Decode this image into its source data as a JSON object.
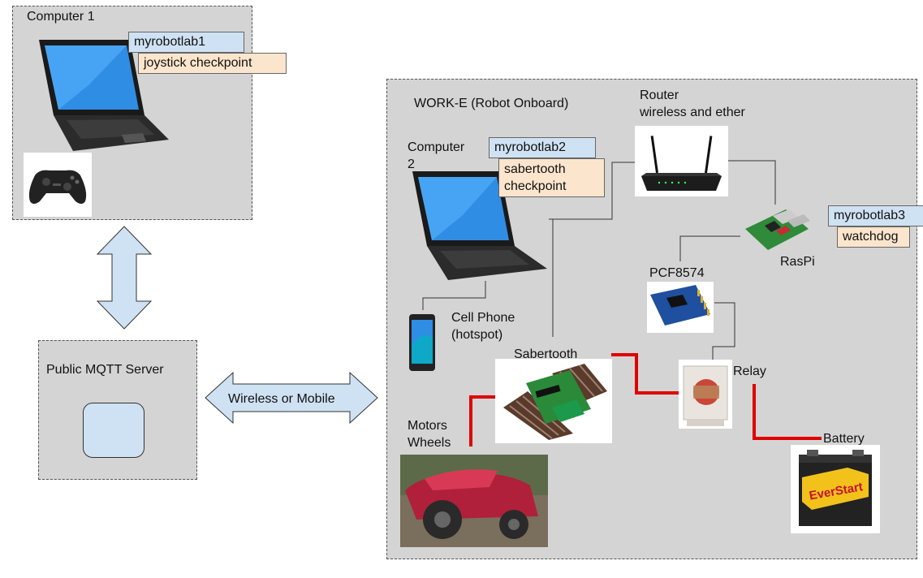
{
  "computer1": {
    "title": "Computer 1",
    "tag1": "myrobotlab1",
    "tag2": "joystick checkpoint"
  },
  "mqtt": {
    "title": "Public MQTT Server"
  },
  "link": {
    "label": "Wireless or Mobile"
  },
  "worke": {
    "title": "WORK-E (Robot Onboard)",
    "computer2_label": "Computer\n2",
    "computer2_tag1": "myrobotlab2",
    "computer2_tag2": "sabertooth\ncheckpoint",
    "router_label": "Router\nwireless and ether",
    "raspi_tag1": "myrobotlab3",
    "raspi_tag2": "watchdog",
    "raspi_label": "RasPi",
    "pcf_label": "PCF8574",
    "phone_label": "Cell Phone\n(hotspot)",
    "sabertooth_label": "Sabertooth",
    "relay_label": "Relay",
    "motors_label": "Motors\nWheels",
    "battery_label": "Battery",
    "battery_brand": "EverStart"
  },
  "colors": {
    "box_fill": "#d4d4d4",
    "tag_blue": "#cfe2f3",
    "tag_orange": "#fce5cd",
    "power_wire": "#e00000",
    "signal_wire": "#333333"
  },
  "icons": [
    "laptop-icon",
    "gamepad-icon",
    "router-icon",
    "raspi-icon",
    "pcf8574-board-icon",
    "smartphone-icon",
    "sabertooth-board-icon",
    "relay-icon",
    "battery-icon",
    "wheelchair-motor-icon",
    "server-icon"
  ]
}
